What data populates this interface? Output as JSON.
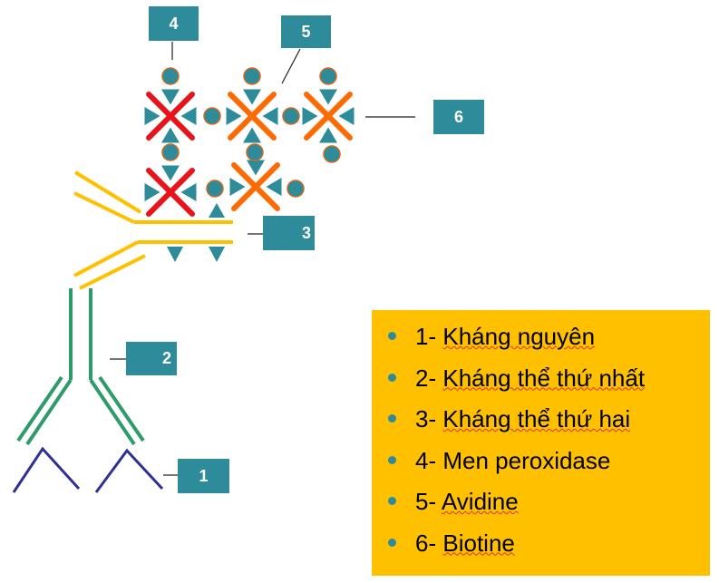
{
  "labels": {
    "antigen": "1",
    "primary_antibody": "2",
    "secondary_antibody": "3",
    "peroxidase": "4",
    "avidin": "5",
    "biotin": "6"
  },
  "legend": [
    {
      "num": "1-",
      "text": "Kháng nguyên"
    },
    {
      "num": "2-",
      "text": "Kháng thể thứ nhất"
    },
    {
      "num": "3-",
      "text": "Kháng thể thứ hai"
    },
    {
      "num": "4-",
      "text": "Men peroxidase"
    },
    {
      "num": "5-",
      "text": "Avidine"
    },
    {
      "num": "6-",
      "text": "Biotine"
    }
  ],
  "colors": {
    "teal": "#2e8b9a",
    "antigen": "#2e3192",
    "primary_antibody": "#2e9c6a",
    "secondary_antibody": "#ffc000",
    "avidin_red": "#e8141a",
    "avidin_orange": "#ff6a00",
    "legend_bg": "#ffc000"
  }
}
